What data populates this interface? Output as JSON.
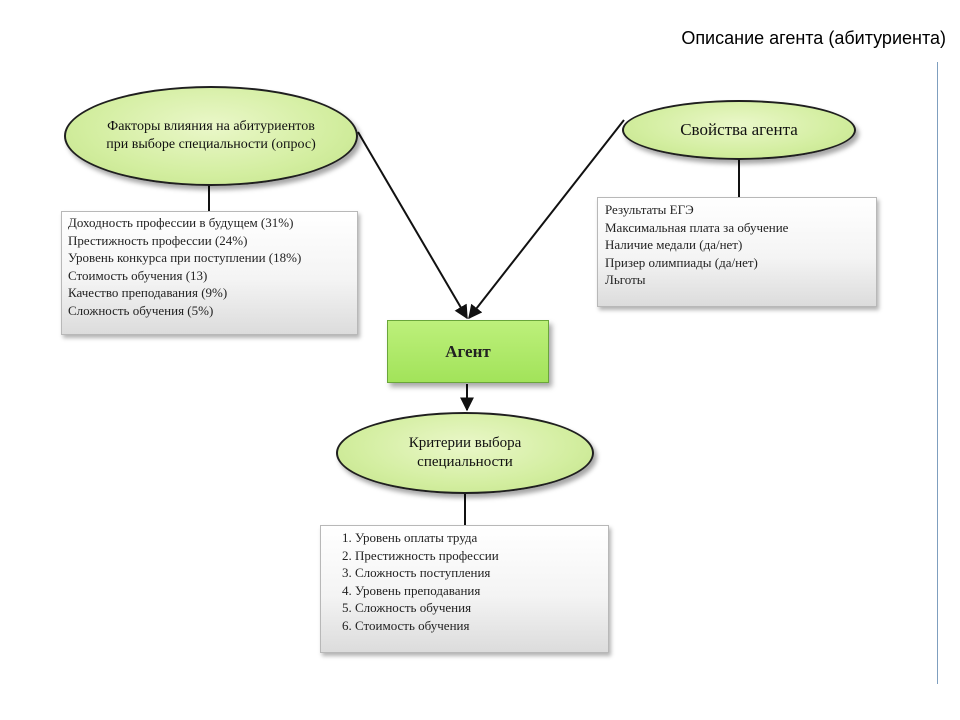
{
  "header": {
    "title": "Описание агента (абитуриента)"
  },
  "factors": {
    "title": "Факторы влияния на абитуриентов  при выборе специальности  (опрос)",
    "items": [
      "Доходность профессии в будущем (31%)",
      "Престижность профессии (24%)",
      "Уровень конкурса при поступлении (18%)",
      "Стоимость обучения (13)",
      "Качество преподавания (9%)",
      "Сложность обучения (5%)"
    ]
  },
  "properties": {
    "title": "Свойства агента",
    "items": [
      "Результаты ЕГЭ",
      "Максимальная плата за обучение",
      "Наличие медали (да/нет)",
      "Призер олимпиады (да/нет)",
      "Льготы"
    ]
  },
  "agent": {
    "label": "Агент"
  },
  "criteria": {
    "title": "Критерии выбора специальности",
    "items": [
      "Уровень оплаты труда",
      "Престижность профессии",
      "Сложность поступления",
      "Уровень преподавания",
      "Сложность обучения",
      "Стоимость обучения"
    ]
  },
  "colors": {
    "ellipse_fill": "#d3eea0",
    "agent_fill": "#a2e35a",
    "panel_fill": "#f0f0f0",
    "edge": "#111111"
  }
}
